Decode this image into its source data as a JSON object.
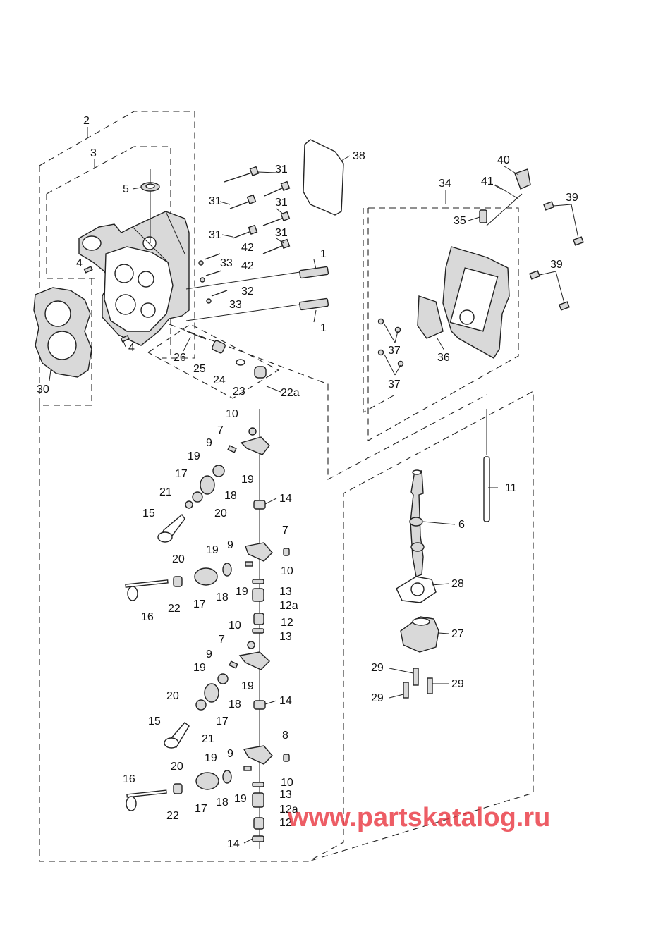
{
  "watermark": "www.partskatalog.ru",
  "callouts": {
    "c1": "1",
    "c2": "2",
    "c3": "3",
    "c4": "4",
    "c5": "5",
    "c6": "6",
    "c7": "7",
    "c8": "8",
    "c9": "9",
    "c10": "10",
    "c11": "11",
    "c12": "12",
    "c12a": "12a",
    "c13": "13",
    "c14": "14",
    "c15": "15",
    "c16": "16",
    "c17": "17",
    "c18": "18",
    "c19": "19",
    "c20": "20",
    "c21": "21",
    "c22": "22",
    "c22a": "22a",
    "c23": "23",
    "c24": "24",
    "c25": "25",
    "c26": "26",
    "c27": "27",
    "c28": "28",
    "c29": "29",
    "c30": "30",
    "c31": "31",
    "c32": "32",
    "c33": "33",
    "c34": "34",
    "c35": "35",
    "c36": "36",
    "c37": "37",
    "c38": "38",
    "c39": "39",
    "c40": "40",
    "c41": "41",
    "c42": "42"
  },
  "colors": {
    "line": "#222222",
    "part_fill": "#d9d9d9",
    "watermark": "#e8303a"
  }
}
